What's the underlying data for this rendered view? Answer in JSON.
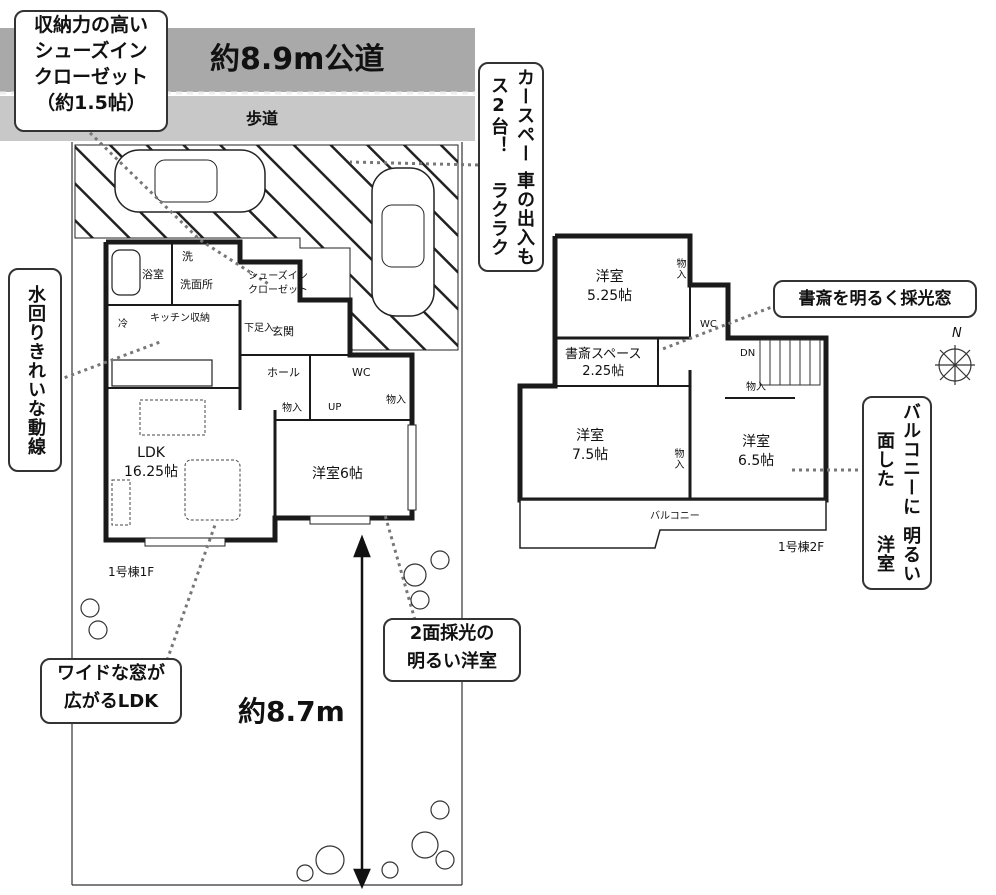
{
  "site": {
    "road_label": "約8.9m公道",
    "sidewalk_label": "歩道",
    "depth_label": "約8.7m"
  },
  "callouts": {
    "shoes_closet": [
      "収納力の高い",
      "シューズイン",
      "クローゼット",
      "（約1.5帖）"
    ],
    "carspace": [
      "カースペース2台！",
      "車の出入もラクラク"
    ],
    "water": [
      "水回りきれいな",
      "動線"
    ],
    "study_window": "書斎を明るく採光窓",
    "balcony_room": [
      "バルコニーに面した",
      "明るい洋室"
    ],
    "two_side": [
      "2面採光の",
      "明るい洋室"
    ],
    "wide_window": [
      "ワイドな窓が",
      "広がるLDK"
    ]
  },
  "floor1": {
    "label": "1号棟1F",
    "bath": "浴室",
    "laundry": "洗",
    "washroom": "洗面所",
    "shoes_in": [
      "シューズイン",
      "クローゼット"
    ],
    "storage_under": "下足入",
    "entrance": "玄関",
    "kitchen_storage": "キッチン収納",
    "fridge": "冷",
    "hall": "ホール",
    "wc": "WC",
    "closet1": "物入",
    "closet2": "物入",
    "up": "UP",
    "ldk_name": "LDK",
    "ldk_size": "16.25帖",
    "western": "洋室6帖"
  },
  "floor2": {
    "label": "1号棟2F",
    "room1_name": "洋室",
    "room1_size": "5.25帖",
    "closet_a": "物入",
    "wc": "WC",
    "study_name": "書斎スペース",
    "study_size": "2.25帖",
    "dn": "DN",
    "closet_b": "物入",
    "room2_name": "洋室",
    "room2_size": "7.5帖",
    "closet_c": "物入",
    "room3_name": "洋室",
    "room3_size": "6.5帖",
    "balcony": "バルコニー"
  },
  "compass": "N",
  "colors": {
    "road": "#a9a9a9",
    "sidewalk": "#c8c8c8",
    "wall": "#1a1a1a",
    "callout_border": "#333333",
    "dotted": "#777777"
  }
}
